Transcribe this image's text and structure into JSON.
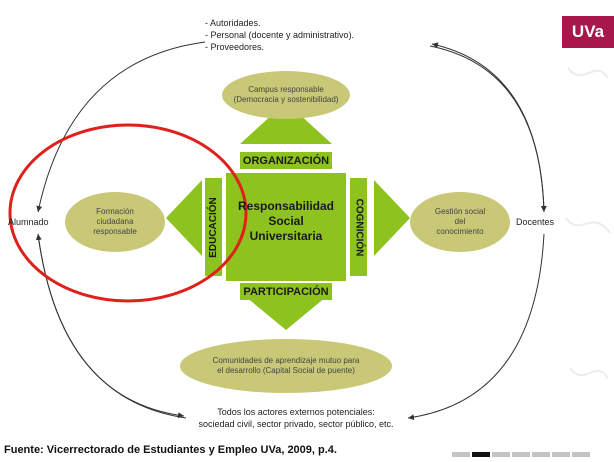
{
  "top_actors": {
    "line1": "- Autoridades.",
    "line2": "- Personal (docente y administrativo).",
    "line3": "- Proveedores."
  },
  "nodes": {
    "campus": {
      "line1": "Campus responsable",
      "line2": "(Democracia y sostenibilidad)"
    },
    "formacion": {
      "line1": "Formación",
      "line2": "ciudadana",
      "line3": "responsable"
    },
    "gestion": {
      "line1": "Gestión social",
      "line2": "del",
      "line3": "conocimiento"
    },
    "comunidades": {
      "line1": "Comunidades de aprendizaje mutuo para",
      "line2": "el desarrollo (Capital Social de puente)"
    }
  },
  "center": {
    "line1": "Responsabilidad",
    "line2": "Social",
    "line3": "Universitaria"
  },
  "bands": {
    "top": "ORGANIZACIÓN",
    "bottom": "PARTICIPACIÓN",
    "left": "EDUCACIÓN",
    "right": "COGNICIÓN"
  },
  "side_labels": {
    "left": "Alumnado",
    "right": "Docentes"
  },
  "bottom_actors": {
    "line1": "Todos los actores externos potenciales:",
    "line2": "sociedad civil, sector privado, sector público, etc."
  },
  "source": "Fuente: Vicerrectorado de Estudiantes y Empleo UVa, 2009, p.4.",
  "logo": "UVa",
  "progress": {
    "total": 7,
    "current": 2
  },
  "colors": {
    "green": "#8dc21f",
    "ellipse": "#c8c877",
    "highlight": "#e0201b",
    "brand": "#a8174a"
  }
}
